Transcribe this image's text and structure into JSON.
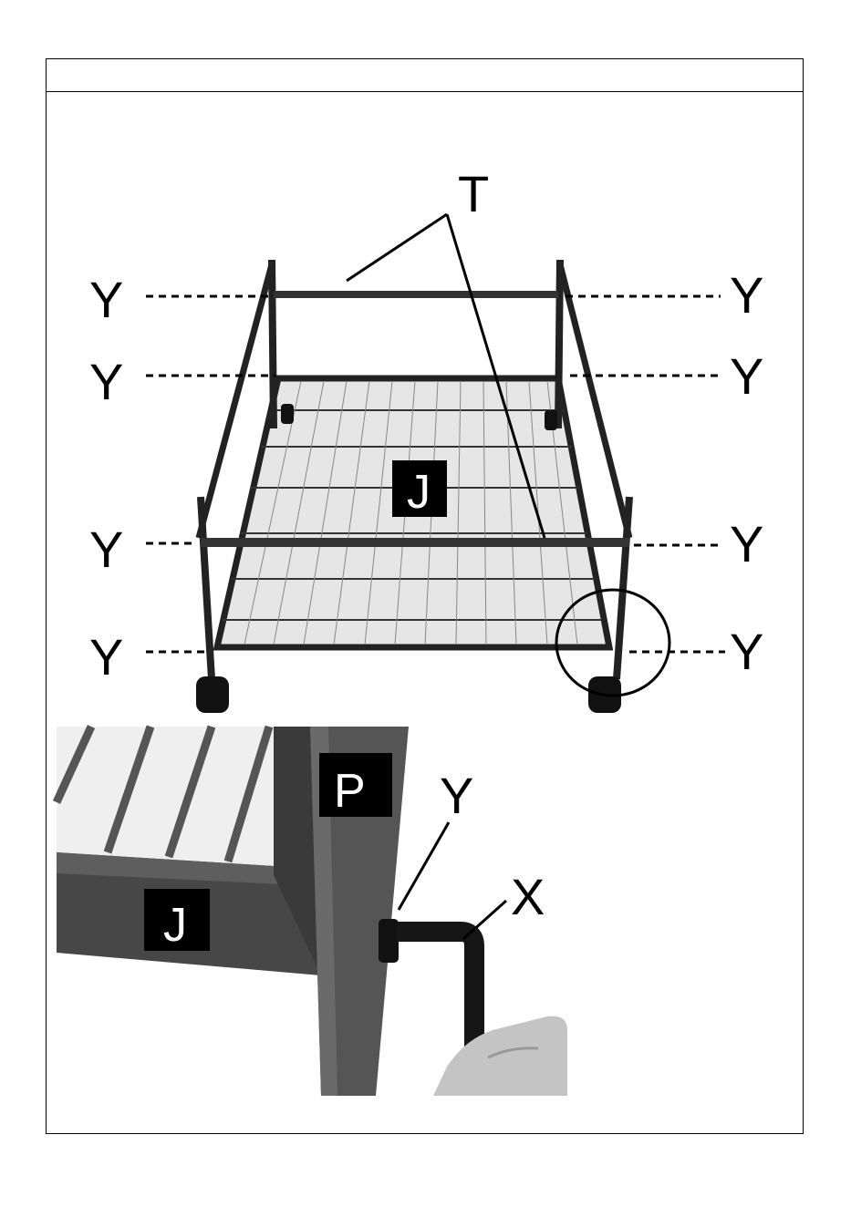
{
  "diagram": {
    "header_text": "",
    "top_figure": {
      "label_t": "T",
      "label_j": "J",
      "label_y": "Y"
    },
    "detail_figure": {
      "label_p": "P",
      "label_j": "J",
      "label_y": "Y",
      "label_x": "X"
    }
  }
}
